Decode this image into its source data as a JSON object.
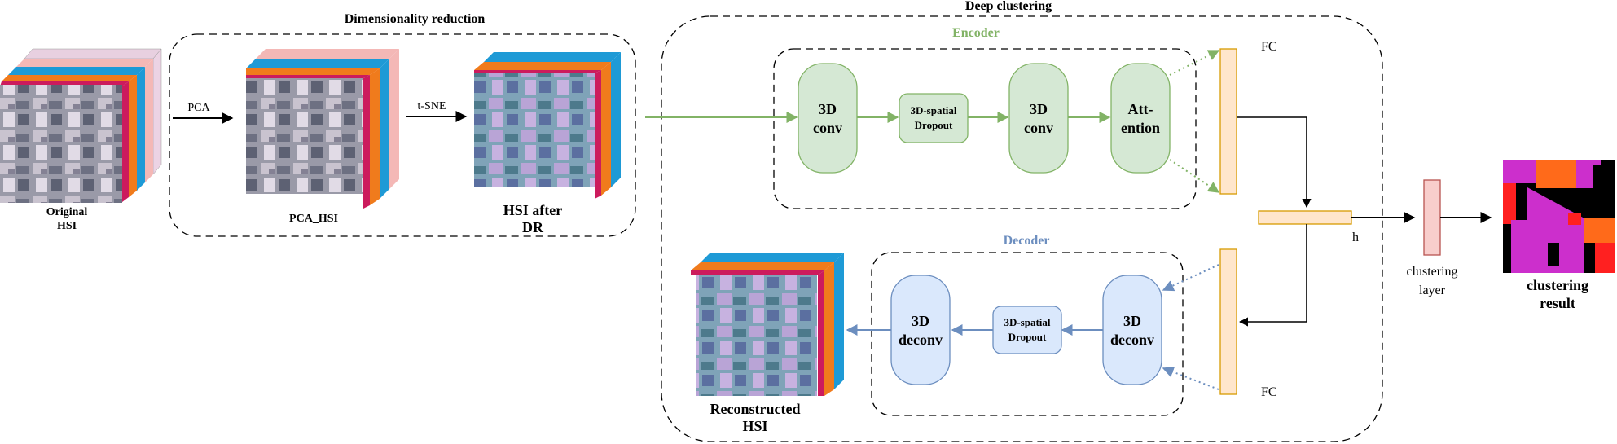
{
  "colors": {
    "encoder_accent": "#82b366",
    "encoder_fill": "#d5e8d4",
    "decoder_accent": "#6c8ebf",
    "decoder_fill": "#dae8fc",
    "fc_fill": "#ffe6cc",
    "fc_stroke": "#d79b00",
    "clustering_fill": "#f8cecc",
    "clustering_stroke": "#b85450"
  },
  "labels": {
    "dimensionality_reduction": "Dimensionality reduction",
    "deep_clustering": "Deep clustering",
    "encoder": "Encoder",
    "decoder": "Decoder",
    "pca": "PCA",
    "tsne": "t-SNE",
    "original_hsi_1": "Original",
    "original_hsi_2": "HSI",
    "pca_hsi": "PCA_HSI",
    "hsi_after_dr_1": "HSI after",
    "hsi_after_dr_2": "DR",
    "reconstructed_1": "Reconstructed",
    "reconstructed_2": "HSI",
    "fc_top": "FC",
    "fc_bottom": "FC",
    "h": "h",
    "clustering_layer_1": "clustering",
    "clustering_layer_2": "layer",
    "clustering_result_1": "clustering",
    "clustering_result_2": "result"
  },
  "encoder_blocks": [
    {
      "line1": "3D",
      "line2": "conv"
    },
    {
      "line1": "3D-spatial",
      "line2": "Dropout"
    },
    {
      "line1": "3D",
      "line2": "conv"
    },
    {
      "line1": "Att-",
      "line2": "ention"
    }
  ],
  "decoder_blocks": [
    {
      "line1": "3D",
      "line2": "deconv"
    },
    {
      "line1": "3D-spatial",
      "line2": "Dropout"
    },
    {
      "line1": "3D",
      "line2": "deconv"
    }
  ]
}
